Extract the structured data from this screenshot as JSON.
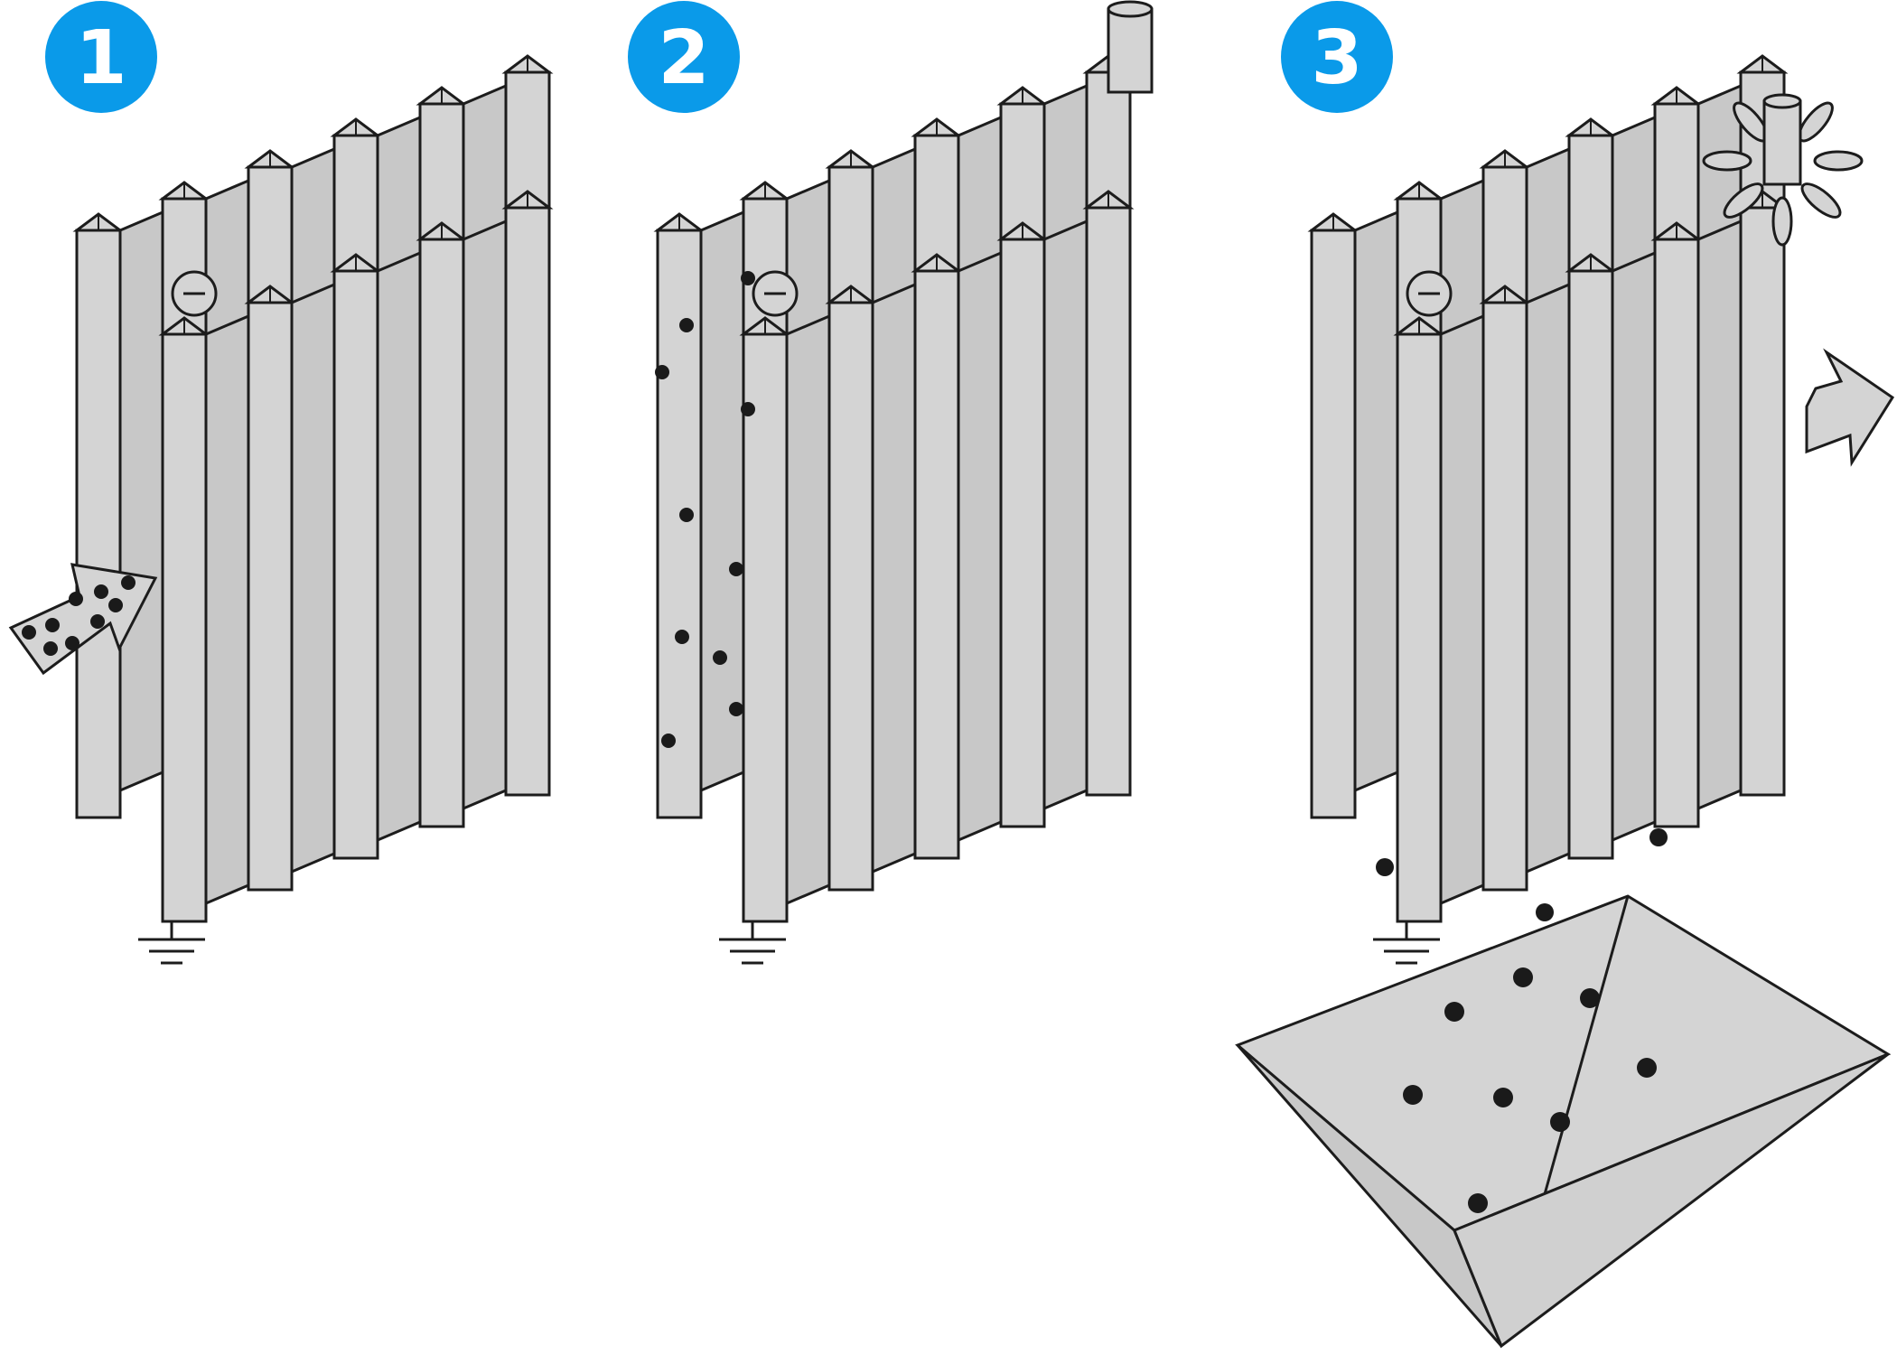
{
  "steps": [
    {
      "number": "1"
    },
    {
      "number": "2"
    },
    {
      "number": "3"
    }
  ],
  "colors": {
    "badge": "#0a9ae9",
    "plate": "#d4d4d4",
    "stroke": "#1c1c1c",
    "particle": "#1a1a1a",
    "background": "#ffffff"
  },
  "icons": {
    "charge": "minus-sign-icon",
    "ground": "ground-symbol-icon",
    "rapper": "rapper-cylinder-icon",
    "flow_in": "gas-inlet-arrow-icon",
    "flow_out": "gas-outlet-arrow-icon",
    "hopper": "dust-hopper-icon"
  }
}
